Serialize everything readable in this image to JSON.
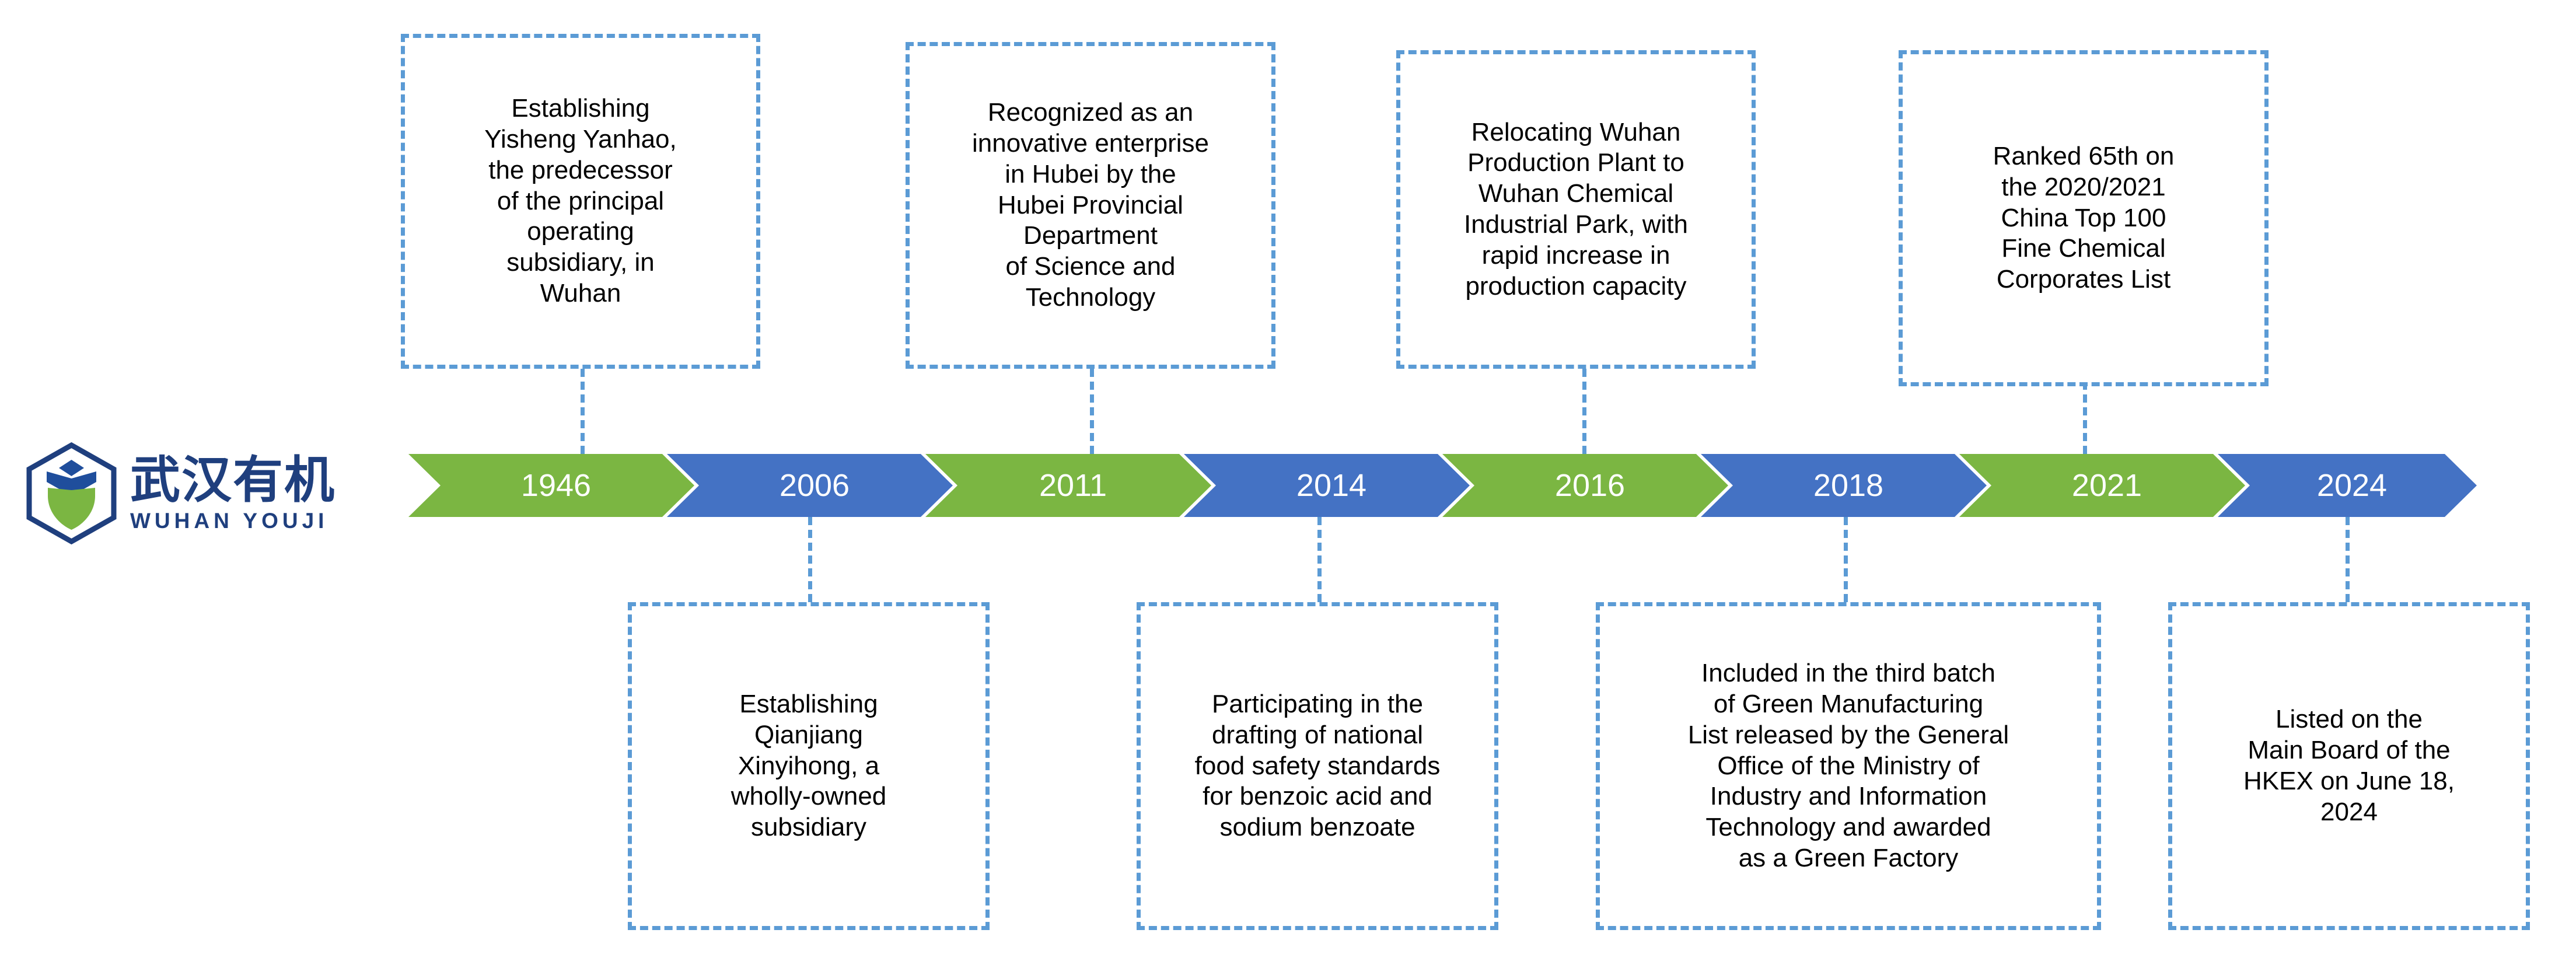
{
  "logo": {
    "name_cn": "武汉有机",
    "name_en": "WUHAN  YOUJI",
    "mark_icon": "hexagon-leaf-logo-icon"
  },
  "colors": {
    "green": "#7BB642",
    "blue": "#4472C4",
    "dashed_border": "#5B9BD5",
    "logo_navy": "#1F3F7E",
    "text": "#000000",
    "background": "#FFFFFF"
  },
  "timeline": {
    "milestones": [
      {
        "year": "1946",
        "color": "green",
        "position": "top",
        "text": "Establishing\nYisheng Yanhao,\nthe predecessor\nof the principal\noperating\nsubsidiary, in\nWuhan"
      },
      {
        "year": "2006",
        "color": "blue",
        "position": "bottom",
        "text": "Establishing\nQianjiang\nXinyihong, a\nwholly-owned\nsubsidiary"
      },
      {
        "year": "2011",
        "color": "green",
        "position": "top",
        "text": "Recognized as an\ninnovative enterprise\nin Hubei by the\nHubei Provincial\nDepartment\nof Science and\nTechnology"
      },
      {
        "year": "2014",
        "color": "blue",
        "position": "bottom",
        "text": "Participating in the\ndrafting of national\nfood safety standards\nfor benzoic acid and\nsodium benzoate"
      },
      {
        "year": "2016",
        "color": "green",
        "position": "top",
        "text": "Relocating Wuhan\nProduction Plant to\nWuhan Chemical\nIndustrial Park, with\nrapid increase in\nproduction capacity"
      },
      {
        "year": "2018",
        "color": "blue",
        "position": "bottom",
        "text": "Included in the third batch\nof Green Manufacturing\nList released by the General\nOffice of the Ministry of\nIndustry and Information\nTechnology and awarded\nas a Green Factory"
      },
      {
        "year": "2021",
        "color": "green",
        "position": "top",
        "text": "Ranked 65th on\nthe 2020/2021\nChina Top 100\nFine Chemical\nCorporates List"
      },
      {
        "year": "2024",
        "color": "blue",
        "position": "bottom",
        "text": "Listed on the\nMain Board of the\nHKEX on June 18,\n2024"
      }
    ]
  }
}
